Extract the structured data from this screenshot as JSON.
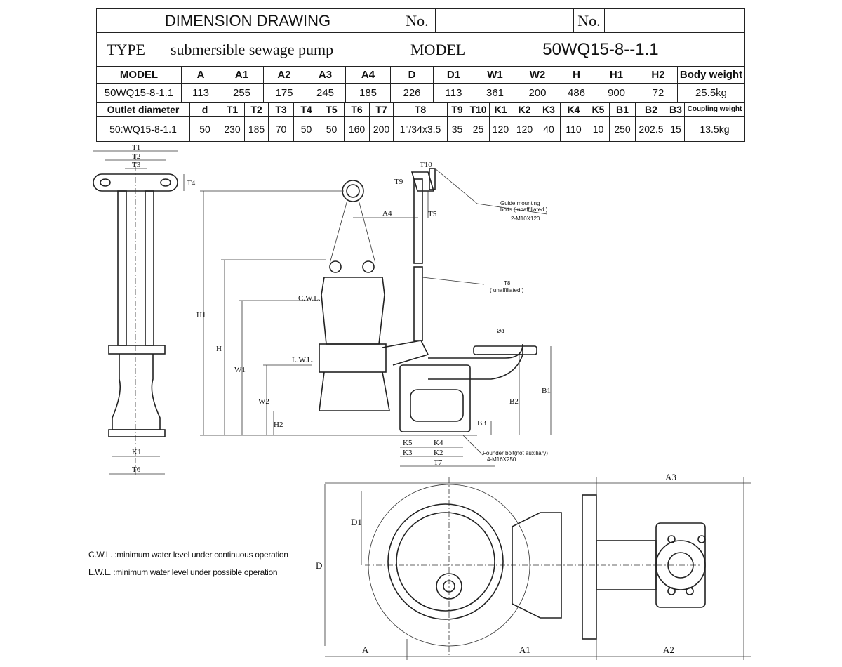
{
  "header": {
    "title": "DIMENSION DRAWING",
    "no_label_1": "No.",
    "no_value_1": "",
    "no_label_2": "No.",
    "no_value_2": "",
    "type_label": "TYPE",
    "type_value": "submersible sewage pump",
    "model_label": "MODEL",
    "model_value": "50WQ15-8--1.1"
  },
  "table1": {
    "headers": [
      "MODEL",
      "A",
      "A1",
      "A2",
      "A3",
      "A4",
      "D",
      "D1",
      "W1",
      "W2",
      "H",
      "H1",
      "H2",
      "Body weight"
    ],
    "values": [
      "50WQ15-8-1.1",
      "113",
      "255",
      "175",
      "245",
      "185",
      "226",
      "113",
      "361",
      "200",
      "486",
      "900",
      "72",
      "25.5kg"
    ]
  },
  "table2": {
    "headers": [
      "Outlet diameter",
      "d",
      "T1",
      "T2",
      "T3",
      "T4",
      "T5",
      "T6",
      "T7",
      "T8",
      "T9",
      "T10",
      "K1",
      "K2",
      "K3",
      "K4",
      "K5",
      "B1",
      "B2",
      "B3",
      "Coupling weight"
    ],
    "values": [
      "50:WQ15-8-1.1",
      "50",
      "230",
      "185",
      "70",
      "50",
      "50",
      "160",
      "200",
      "1\"/34x3.5",
      "35",
      "25",
      "120",
      "120",
      "40",
      "110",
      "10",
      "250",
      "202.5",
      "15",
      "13.5kg"
    ]
  },
  "drawing": {
    "side": {
      "T1": "T1",
      "T2": "T2",
      "T3": "T3",
      "T4": "T4",
      "K1": "K1",
      "T6": "T6"
    },
    "front": {
      "A4": "A4",
      "T5": "T5",
      "T9": "T9",
      "T10": "T10",
      "H1": "H1",
      "H": "H",
      "W1": "W1",
      "W2": "W2",
      "H2": "H2",
      "cwl": "C.W.L.",
      "lwl": "L.W.L.",
      "B1": "B1",
      "B2": "B2",
      "B3": "B3",
      "K5": "K5",
      "K4": "K4",
      "K3": "K3",
      "K2": "K2",
      "T7": "T7",
      "guide_1": "Guide mounting",
      "guide_2": "bolts ( unaffiliated )",
      "guide_3": "2-M10X120",
      "t8_1": "T8",
      "t8_2": "( unaffiliated )",
      "flange": "Ød",
      "founder_1": "Founder bolt(not auxiliary)",
      "founder_2": "4-M16X250"
    },
    "plan": {
      "A3": "A3",
      "D1": "D1",
      "D": "D",
      "A": "A",
      "A1": "A1",
      "A2": "A2"
    }
  },
  "notes": {
    "cwl": "C.W.L. :minimum water level under continuous operation",
    "lwl": "L.W.L. :minimum water level under possible operation"
  }
}
